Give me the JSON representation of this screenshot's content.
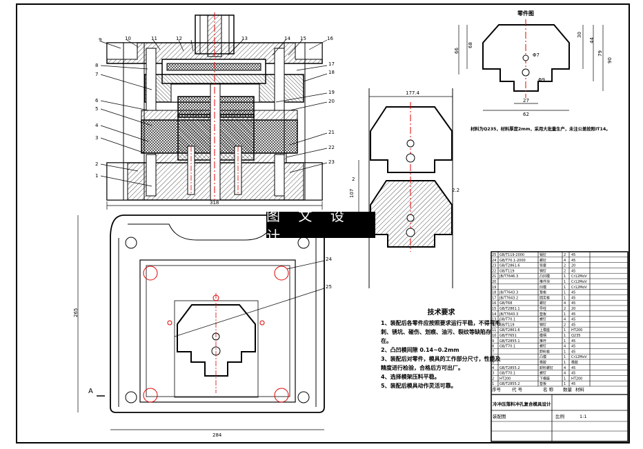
{
  "banner_text": "图 文 设 计",
  "stock_title": "零件图",
  "stock_note": "材料为Q235，材料厚度2mm，采用大批量生产，未注公差按照IT14。",
  "tech_req": {
    "title": "技术要求",
    "items": [
      "1、装配后各零件应按照要求运行平稳，不得有毛刺、锈坑、碰伤、划痕、油污、裂纹等缺陷存在。",
      "2、凸凹模间隙 0.14~0.2mm",
      "3、装配后对零件，模具的工作部分尺寸，性能及精度进行检验，合格后方可出厂。",
      "4、选择模架压料平稳。",
      "5、装配后模具动作灵活可靠。"
    ]
  },
  "part_callouts": [
    "1",
    "2",
    "3",
    "4",
    "5",
    "6",
    "7",
    "8",
    "9",
    "10",
    "11",
    "12",
    "13",
    "14",
    "15",
    "16",
    "17",
    "18",
    "19",
    "20",
    "21",
    "22",
    "23",
    "24",
    "25"
  ],
  "dims": {
    "die_width": "318",
    "plan_height": "265",
    "plan_width": "284",
    "strip_width": "177.4",
    "gap": "2",
    "pitch": "107",
    "overlap": "2.2",
    "part_h1": "66",
    "part_h2": "68",
    "part_w1": "62",
    "part_w2": "27",
    "part_r1": "30",
    "part_r2": "44",
    "part_r3": "79",
    "part_h3": "90",
    "hole1": "Φ7",
    "hole2": "Φ9"
  },
  "section_label": "A",
  "bom": {
    "rows": [
      {
        "no": "25",
        "std": "GB/T119-2000",
        "name": "销钉",
        "qty": "2",
        "mat": "45"
      },
      {
        "no": "24",
        "std": "GB/T70.1-2000",
        "name": "螺钉",
        "qty": "4",
        "mat": "45"
      },
      {
        "no": "23",
        "std": "GB/T2861.6",
        "name": "导套",
        "qty": "2",
        "mat": "20"
      },
      {
        "no": "22",
        "std": "GB/T119",
        "name": "销钉",
        "qty": "2",
        "mat": "45"
      },
      {
        "no": "21",
        "std": "JB/T7646.3",
        "name": "凸凹模",
        "qty": "1",
        "mat": "Cr12MoV"
      },
      {
        "no": "20",
        "std": "",
        "name": "推件块",
        "qty": "1",
        "mat": "Cr12MoV"
      },
      {
        "no": "19",
        "std": "",
        "name": "凹模",
        "qty": "1",
        "mat": "Cr12MoV"
      },
      {
        "no": "18",
        "std": "JB/T7643.3",
        "name": "垫板",
        "qty": "1",
        "mat": "45"
      },
      {
        "no": "17",
        "std": "JB/T7643.2",
        "name": "固定板",
        "qty": "1",
        "mat": "45"
      },
      {
        "no": "16",
        "std": "GB/T68",
        "name": "螺钉",
        "qty": "4",
        "mat": "45"
      },
      {
        "no": "15",
        "std": "GB/T2861.1",
        "name": "导柱",
        "qty": "2",
        "mat": "20"
      },
      {
        "no": "14",
        "std": "JB/T7643.3",
        "name": "垫板",
        "qty": "1",
        "mat": "45"
      },
      {
        "no": "13",
        "std": "GB/T70.1",
        "name": "螺钉",
        "qty": "4",
        "mat": "45"
      },
      {
        "no": "12",
        "std": "GB/T119",
        "name": "销钉",
        "qty": "2",
        "mat": "45"
      },
      {
        "no": "11",
        "std": "GB/T2861.6",
        "name": "上模座",
        "qty": "1",
        "mat": "HT200"
      },
      {
        "no": "10",
        "std": "GB/T7651",
        "name": "模柄",
        "qty": "1",
        "mat": "Q235"
      },
      {
        "no": "9",
        "std": "GB/T2855.1",
        "name": "推杆",
        "qty": "1",
        "mat": "45"
      },
      {
        "no": "8",
        "std": "GB/T70.1",
        "name": "螺钉",
        "qty": "4",
        "mat": "45"
      },
      {
        "no": "7",
        "std": "",
        "name": "卸料板",
        "qty": "1",
        "mat": "45"
      },
      {
        "no": "6",
        "std": "",
        "name": "凸模",
        "qty": "1",
        "mat": "Cr12MoV"
      },
      {
        "no": "5",
        "std": "",
        "name": "橡胶",
        "qty": "1",
        "mat": "橡胶"
      },
      {
        "no": "4",
        "std": "GB/T2855.2",
        "name": "卸料螺钉",
        "qty": "4",
        "mat": "45"
      },
      {
        "no": "3",
        "std": "GB/T70.1",
        "name": "螺钉",
        "qty": "4",
        "mat": "45"
      },
      {
        "no": "2",
        "std": "HT200",
        "name": "下模座",
        "qty": "1",
        "mat": "HT200"
      },
      {
        "no": "1",
        "std": "GB/T2855.2",
        "name": "垫板",
        "qty": "1",
        "mat": "45"
      }
    ],
    "header": {
      "no": "序号",
      "std": "代 号",
      "name": "名 称",
      "qty": "数量",
      "mat": "材料"
    },
    "title": "冷冲压落料冲孔复合模具设计",
    "drawing_type": "装配图",
    "scale_label": "比例",
    "scale": "1:1"
  }
}
